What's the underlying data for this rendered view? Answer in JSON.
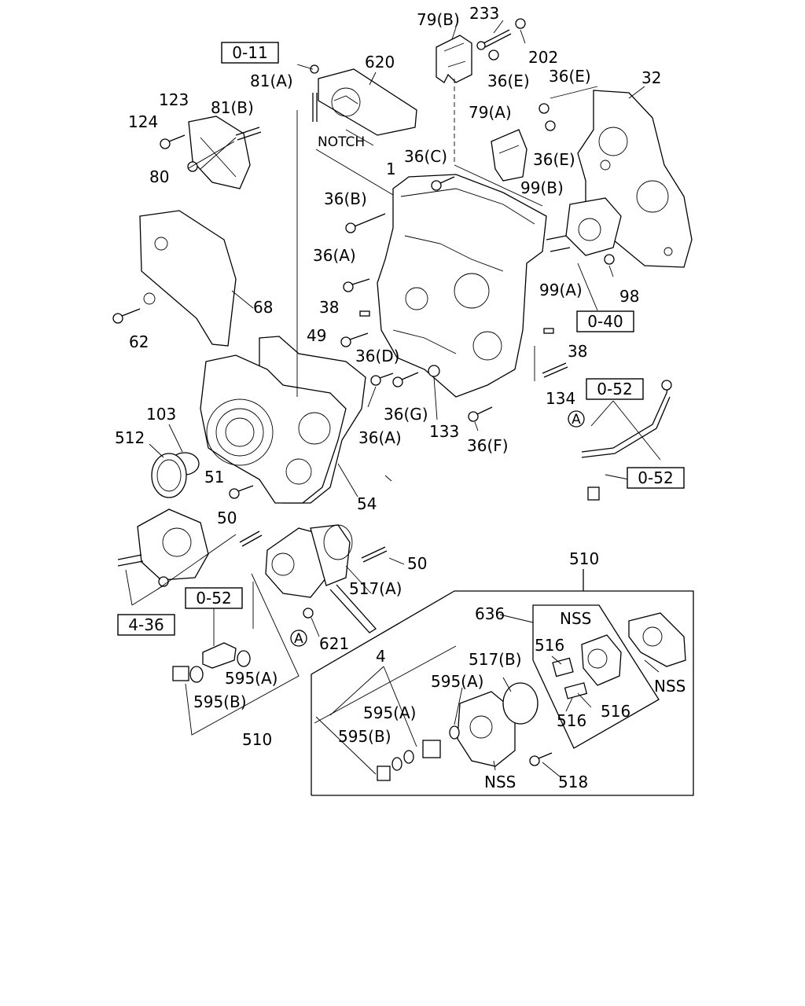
{
  "labels": {
    "p79b": "79(B)",
    "p233": "233",
    "p202": "202",
    "p620": "620",
    "p81a": "81(A)",
    "p81b": "81(B)",
    "p123": "123",
    "p124": "124",
    "p80": "80",
    "notch": "NOTCH",
    "p36e_1": "36(E)",
    "p36e_2": "36(E)",
    "p36e_3": "36(E)",
    "p79a": "79(A)",
    "p32": "32",
    "p36c": "36(C)",
    "p1": "1",
    "p36b": "36(B)",
    "p99b": "99(B)",
    "p36a_1": "36(A)",
    "p99a": "99(A)",
    "p98": "98",
    "p68": "68",
    "p38_1": "38",
    "p38_2": "38",
    "p62": "62",
    "p49": "49",
    "p36d": "36(D)",
    "p134": "134",
    "p103": "103",
    "p512": "512",
    "p36g": "36(G)",
    "p133": "133",
    "p36a_2": "36(A)",
    "p36f": "36(F)",
    "p51": "51",
    "p54": "54",
    "p50_1": "50",
    "p50_2": "50",
    "p517a": "517(A)",
    "p510_top": "510",
    "p621": "621",
    "p636": "636",
    "nss_1": "NSS",
    "nss_2": "NSS",
    "nss_3": "NSS",
    "p516_1": "516",
    "p516_2": "516",
    "p516_3": "516",
    "p4": "4",
    "p517b": "517(B)",
    "p595a_1": "595(A)",
    "p595a_2": "595(A)",
    "p595a_3": "595(A)",
    "p595b_1": "595(B)",
    "p595b_2": "595(B)",
    "p510_bot": "510",
    "p518": "518",
    "circle_a_1": "A",
    "circle_a_2": "A"
  },
  "refs": {
    "r011": "0-11",
    "r040": "0-40",
    "r052_1": "0-52",
    "r052_2": "0-52",
    "r052_3": "0-52",
    "r436": "4-36"
  }
}
